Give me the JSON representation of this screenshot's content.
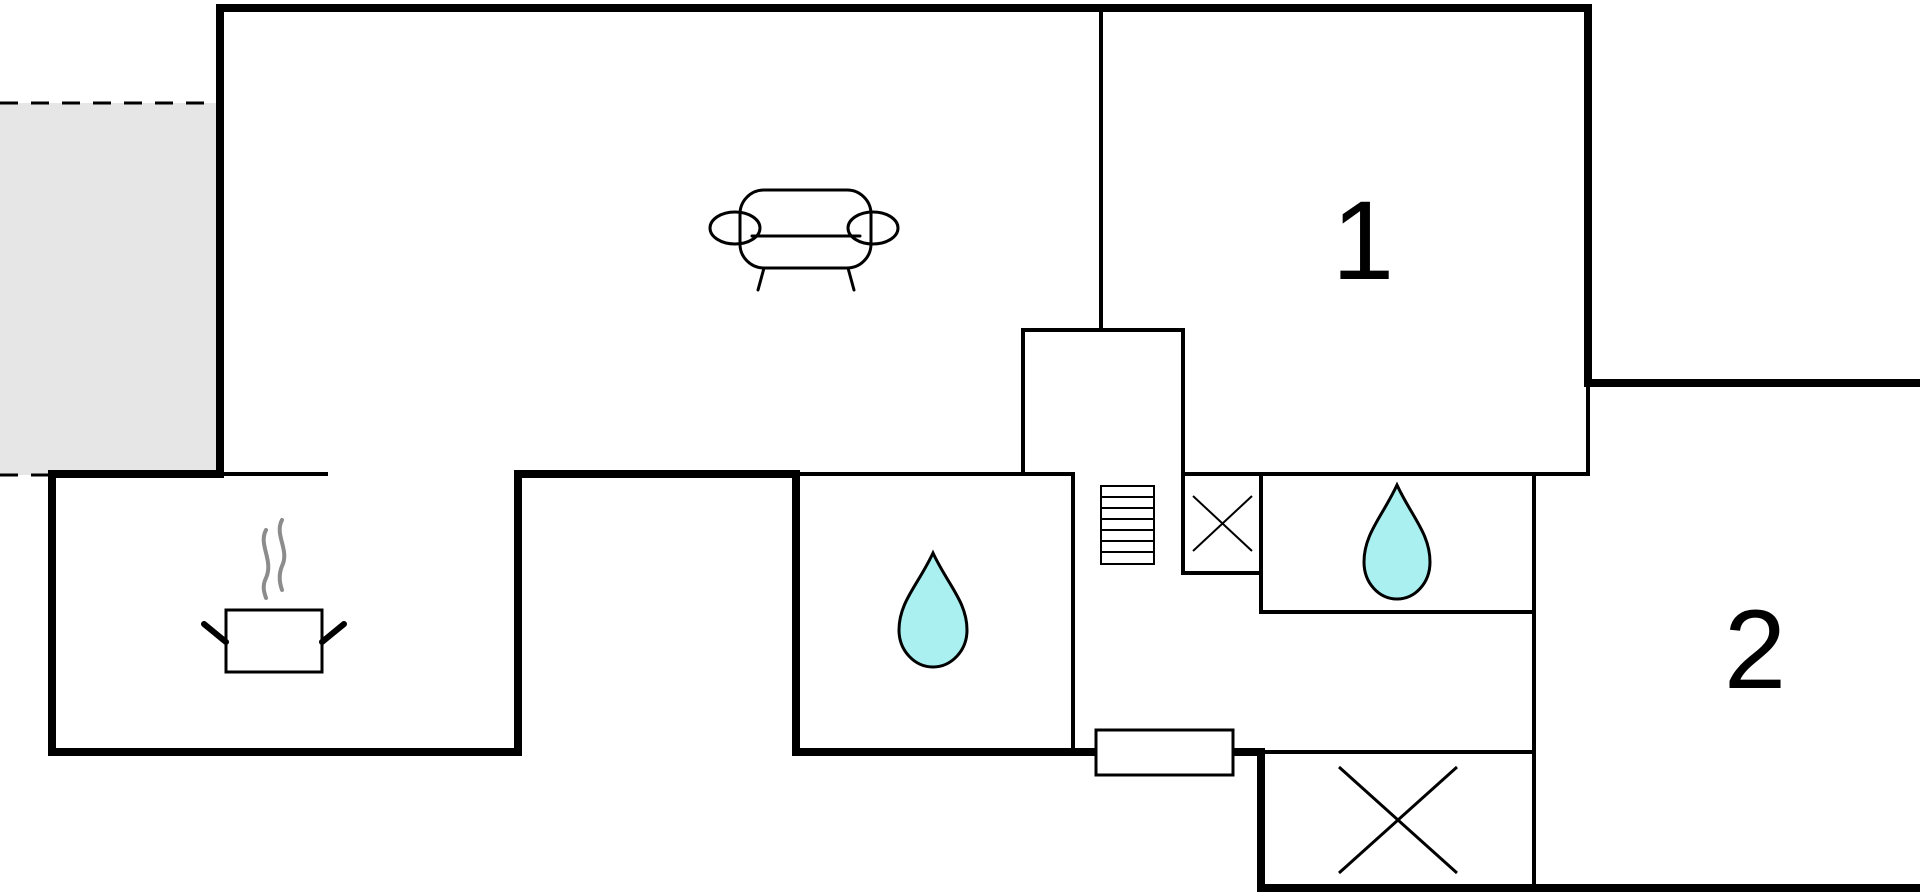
{
  "colors": {
    "wall": "#000000",
    "terrace": "#e6e6e6",
    "water": "#aaf0f0",
    "steam": "#8c8c8c"
  },
  "rooms": [
    {
      "id": "bedroom-1",
      "label": "1"
    },
    {
      "id": "bedroom-2",
      "label": "2"
    }
  ],
  "icons": {
    "living": "sofa-icon",
    "kitchen": "cooking-pot-icon",
    "bathroom": "water-drop-icon",
    "stairs": "stairs-icon",
    "storage": "cross-icon",
    "window": "window-icon"
  }
}
